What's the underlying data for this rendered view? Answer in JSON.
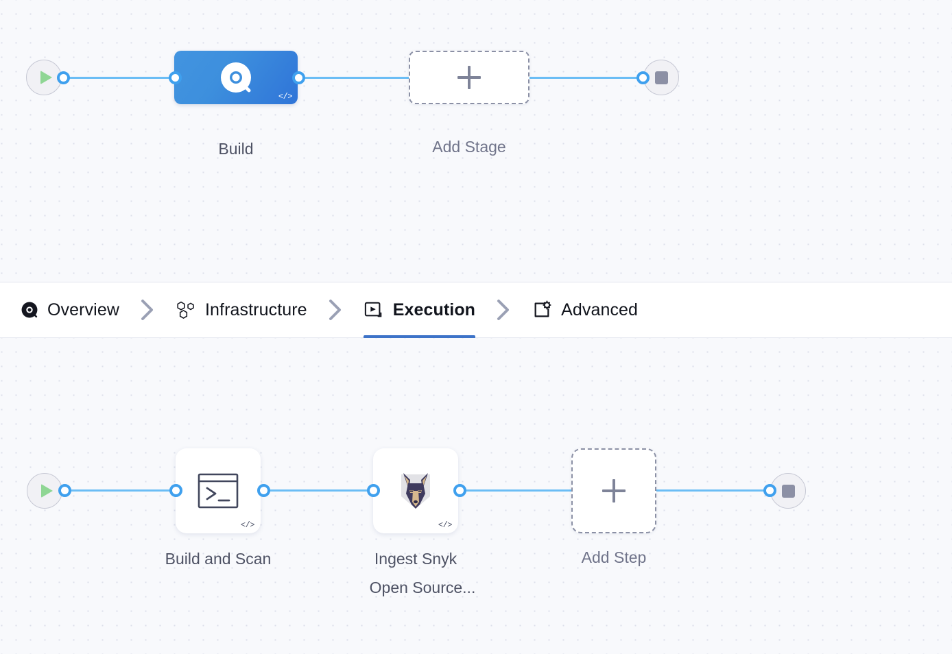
{
  "colors": {
    "canvas_bg": "#f8f9fc",
    "dot_grid": "#dcdfea",
    "wire": "#6bbdf5",
    "port_ring": "#3fa0ee",
    "stage_node_blue": "#3d8fdd",
    "active_tab_underline": "#3d73c8",
    "start_play_green": "#8fd694",
    "stop_square_gray": "#8c90a5",
    "snyk_dog_navy": "#3f3b5e",
    "snyk_dog_tan": "#d7b98e"
  },
  "stage_row": {
    "start_node": {
      "icon": "play-icon"
    },
    "end_node": {
      "icon": "stop-icon"
    },
    "nodes": [
      {
        "id": "build-stage",
        "label": "Build",
        "icon": "ci-build-icon",
        "badge": "</>",
        "selected": true
      },
      {
        "id": "add-stage",
        "label": "Add Stage",
        "icon": "plus-icon",
        "dashed": true
      }
    ]
  },
  "tabs": {
    "items": [
      {
        "id": "overview",
        "label": "Overview",
        "icon": "overview-circle-icon",
        "active": false
      },
      {
        "id": "infrastructure",
        "label": "Infrastructure",
        "icon": "hexagon-cluster-icon",
        "active": false
      },
      {
        "id": "execution",
        "label": "Execution",
        "icon": "play-box-icon",
        "active": true
      },
      {
        "id": "advanced",
        "label": "Advanced",
        "icon": "gear-corner-icon",
        "active": false
      }
    ],
    "separator_icon": "chevron-right-icon"
  },
  "step_row": {
    "start_node": {
      "icon": "play-icon"
    },
    "end_node": {
      "icon": "stop-icon"
    },
    "nodes": [
      {
        "id": "build-and-scan",
        "label": "Build and Scan",
        "label_line2": "",
        "icon": "terminal-icon",
        "badge": "</>"
      },
      {
        "id": "ingest-snyk-open-source",
        "label": "Ingest Snyk",
        "label_line2": "Open Source...",
        "icon": "snyk-dog-icon",
        "badge": "</>"
      },
      {
        "id": "add-step",
        "label": "Add Step",
        "icon": "plus-icon",
        "dashed": true
      }
    ]
  }
}
